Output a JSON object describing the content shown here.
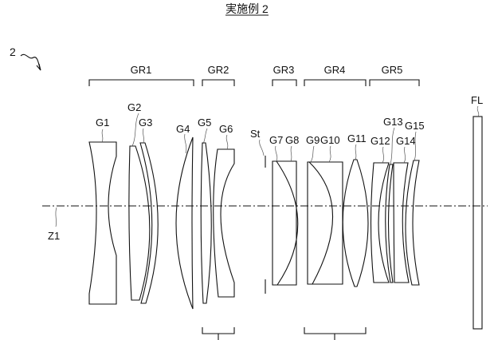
{
  "title": "実施例 2",
  "figure_ref": "2",
  "axis_label": "Z1",
  "stop_label": "St",
  "filter_label": "FL",
  "groups": [
    "GR1",
    "GR2",
    "GR3",
    "GR4",
    "GR5"
  ],
  "lenses": [
    "G1",
    "G2",
    "G3",
    "G4",
    "G5",
    "G6",
    "G7",
    "G8",
    "G9",
    "G10",
    "G11",
    "G12",
    "G13",
    "G14",
    "G15"
  ]
}
